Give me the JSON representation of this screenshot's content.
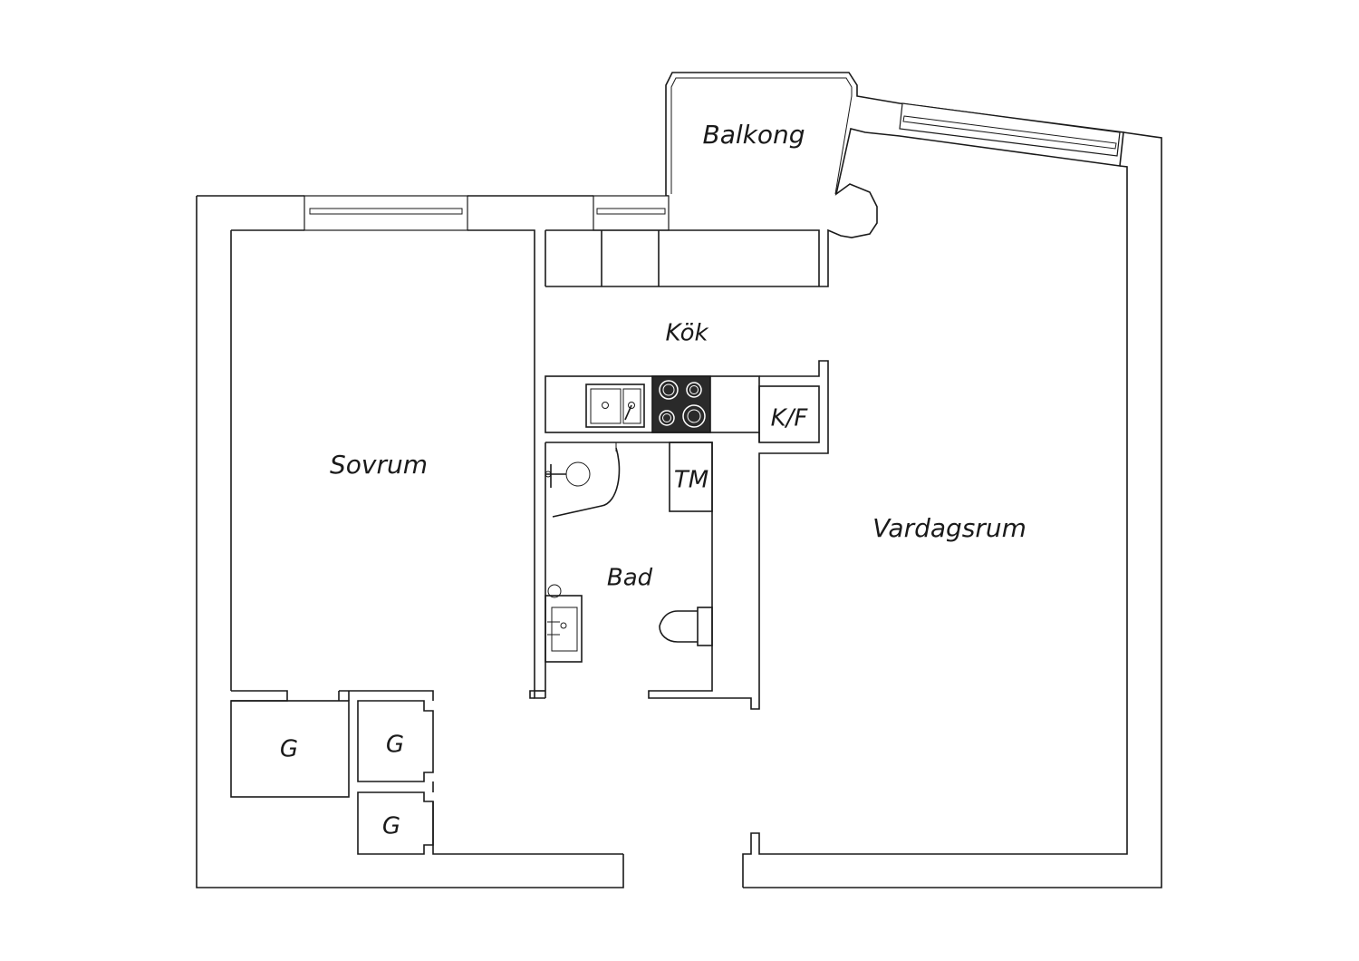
{
  "rooms": {
    "balcony": "Balkong",
    "kitchen": "Kök",
    "bedroom": "Sovrum",
    "living_room": "Vardagsrum",
    "bathroom": "Bad",
    "fridge_freezer": "K/F",
    "washer": "TM",
    "closet_1": "G",
    "closet_2": "G",
    "closet_3": "G"
  },
  "colors": {
    "line": "#1a1a1a",
    "background": "#ffffff",
    "stove": "#2a2a2a"
  }
}
